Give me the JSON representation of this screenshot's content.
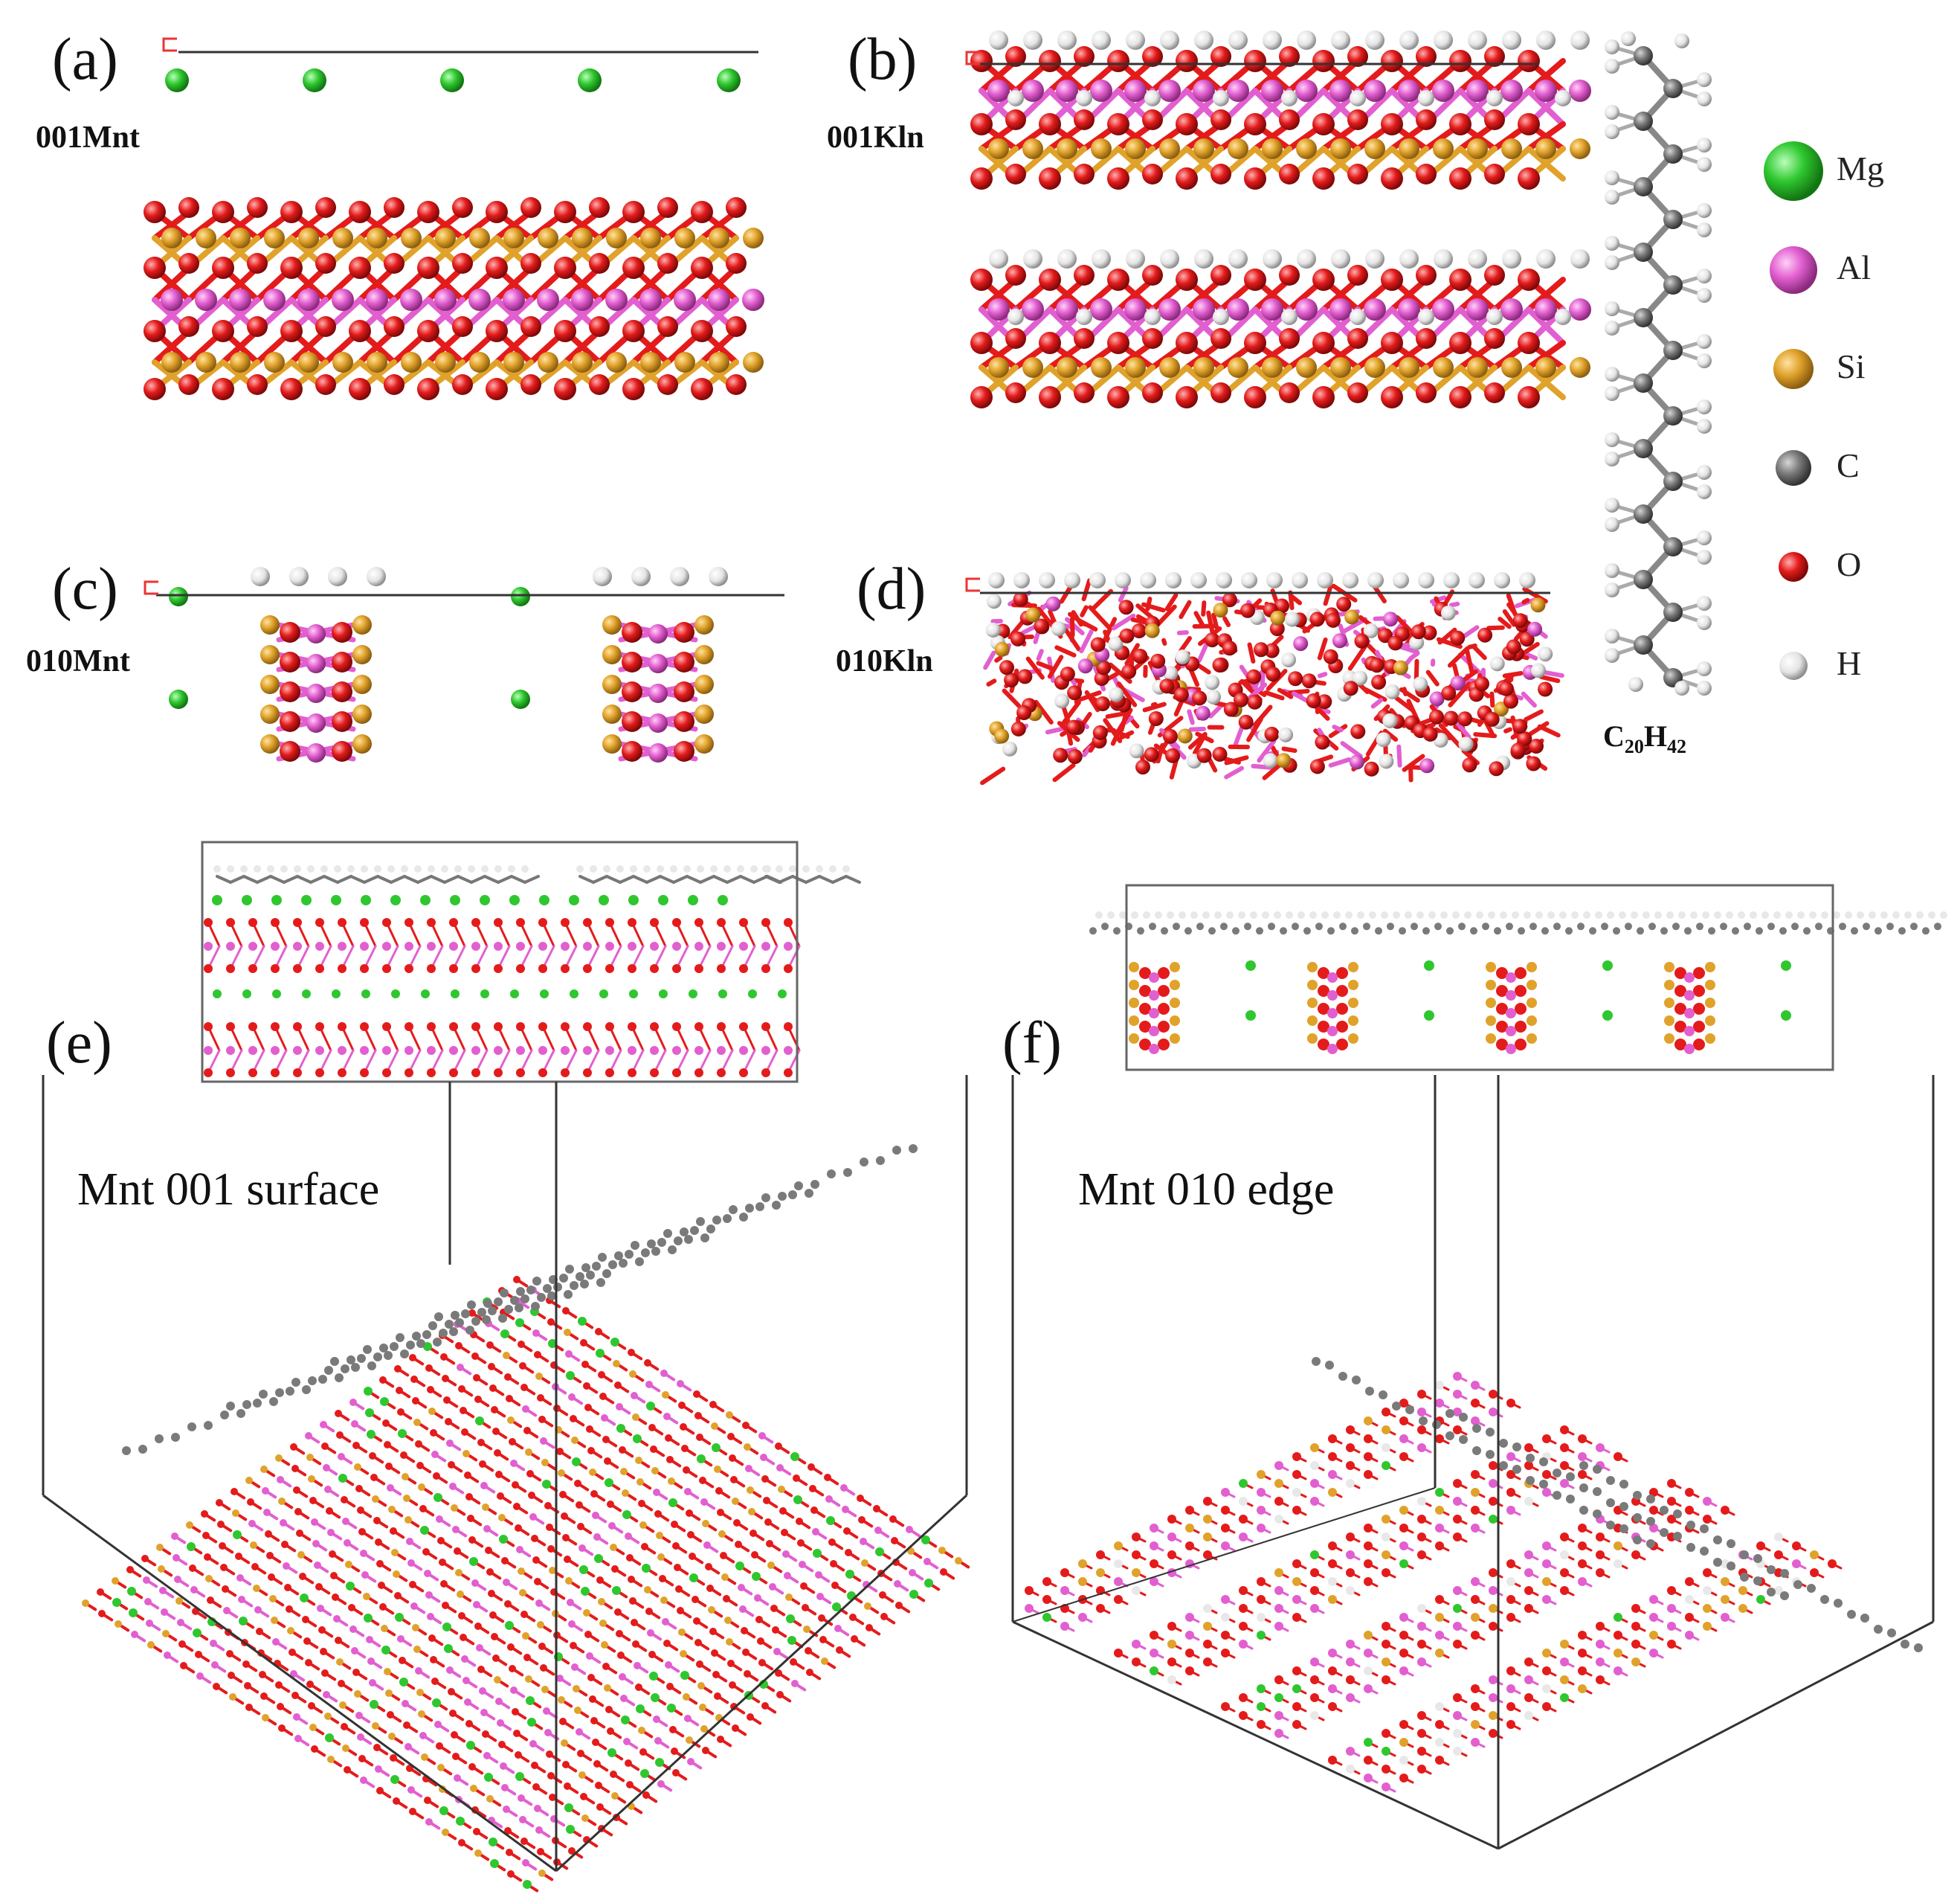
{
  "colors": {
    "Mg": "#2fc72f",
    "Al": "#e25fd0",
    "Si": "#e0a22a",
    "C": "#7a7a7a",
    "O": "#e41b1b",
    "H": "#e8e8e8",
    "box": "#333333"
  },
  "panels": {
    "a": {
      "letter": "(a)",
      "label": "001Mnt"
    },
    "b": {
      "letter": "(b)",
      "label": "001Kln"
    },
    "c": {
      "letter": "(c)",
      "label": "010Mnt"
    },
    "d": {
      "letter": "(d)",
      "label": "010Kln"
    },
    "e": {
      "letter": "(e)",
      "caption": "Mnt 001 surface"
    },
    "f": {
      "letter": "(f)",
      "caption": "Mnt 010 edge"
    }
  },
  "molecule": {
    "formula_base": "C",
    "formula_c": "20",
    "formula_mid": "H",
    "formula_h": "42"
  },
  "legend": [
    {
      "element": "Mg",
      "color": "#2fc72f"
    },
    {
      "element": "Al",
      "color": "#e25fd0"
    },
    {
      "element": "Si",
      "color": "#e0a22a"
    },
    {
      "element": "C",
      "color": "#7a7a7a"
    },
    {
      "element": "O",
      "color": "#e41b1b"
    },
    {
      "element": "H",
      "color": "#e8e8e8"
    }
  ]
}
